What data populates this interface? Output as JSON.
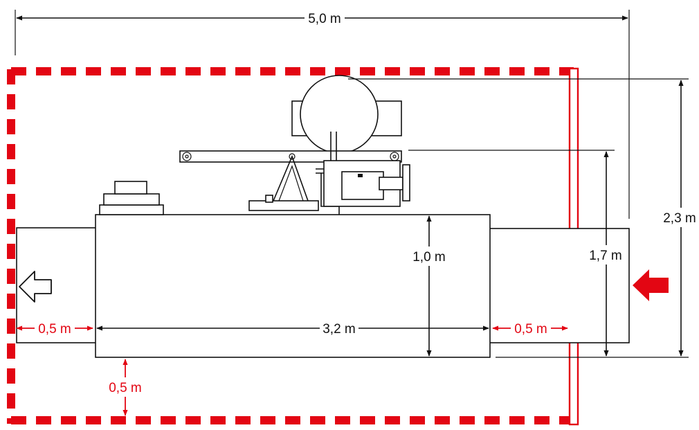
{
  "dimensions": {
    "total_width": "5,0 m",
    "total_height": "2,3 m",
    "machine_height": "1,7 m",
    "body_height": "1,0 m",
    "body_length": "3,2 m",
    "clearance_left": "0,5 m",
    "clearance_right": "0,5 m",
    "clearance_bottom": "0,5 m"
  },
  "colors": {
    "accent": "#e30613",
    "line": "#111111",
    "background": "#ffffff"
  },
  "icons": {
    "outflow": "hollow-arrow-left-icon",
    "inflow": "filled-red-arrow-left-icon"
  }
}
